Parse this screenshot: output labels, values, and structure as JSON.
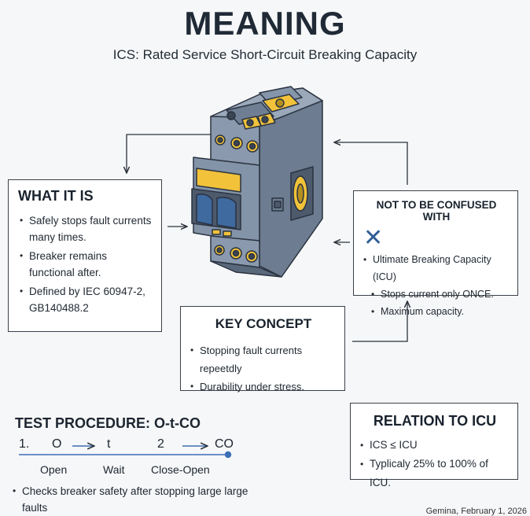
{
  "title": "MEANING",
  "subtitle": "ICS: Rated Service Short-Circuit Breaking Capacity",
  "what_it_is": {
    "heading": "WHAT IT IS",
    "items": [
      "Safely stops fault currents many times.",
      "Breaker remains functional after.",
      "Defined by IEC 60947-2, GB140488.2"
    ]
  },
  "not_confused": {
    "heading": "NOT TO BE CONFUSED WITH",
    "icon": "x-icon",
    "items": [
      "Ultimate Breaking Capacity (ICU)",
      "Stops current only ONCE.",
      "Maximum capacity."
    ]
  },
  "key_concept": {
    "heading": "KEY CONCEPT",
    "items": [
      "Stopping fault currents repeetdly",
      "Durability under stress."
    ]
  },
  "relation": {
    "heading": "RELATION TO ICU",
    "items": [
      "ICS ≤ ICU",
      "Typlicaly 25% to 100% of ICU."
    ]
  },
  "test_procedure": {
    "heading": "TEST PROCEDURE: O-t-CO",
    "sequence": [
      "1.",
      "O",
      "t",
      "2",
      "CO"
    ],
    "labels": [
      "Open",
      "Wait",
      "Close-Open"
    ],
    "note": "Checks breaker safety after stopping large large faults"
  },
  "footer": "Gemina, February 1, 2026",
  "colors": {
    "breaker_body": "#7f8ea3",
    "breaker_dark": "#4d5a6c",
    "accent_yellow": "#f2c23a",
    "icon_blue": "#2f5f95"
  }
}
